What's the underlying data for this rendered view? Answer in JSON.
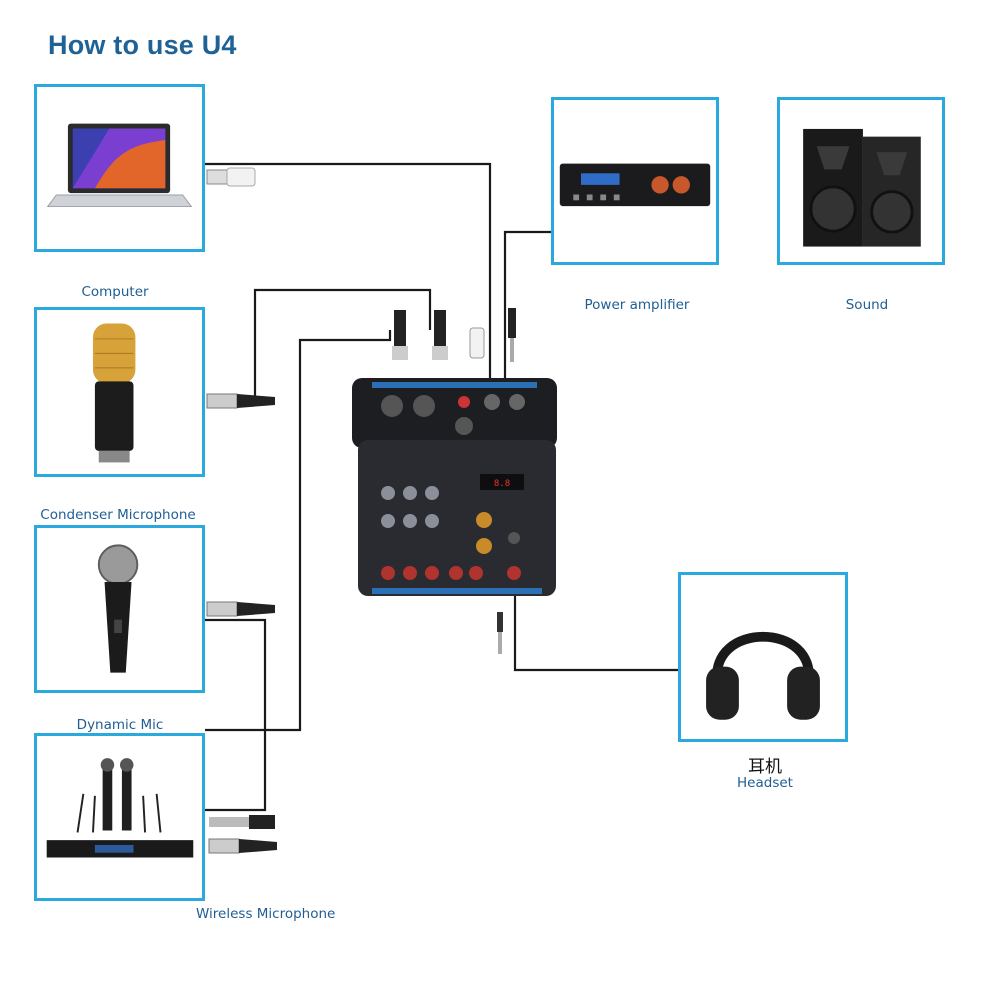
{
  "title": "How to use U4",
  "devices": {
    "computer": {
      "label": "Computer",
      "icon": "laptop-icon"
    },
    "condenser_mic": {
      "label": "Condenser Microphone",
      "icon": "condenser-microphone-icon"
    },
    "dynamic_mic": {
      "label": "Dynamic Mic",
      "icon": "dynamic-microphone-icon"
    },
    "wireless_mic": {
      "label": "Wireless Microphone",
      "icon": "wireless-microphone-receiver-icon"
    },
    "power_amp": {
      "label": "Power amplifier",
      "icon": "power-amplifier-icon"
    },
    "sound": {
      "label": "Sound",
      "icon": "speakers-icon"
    },
    "headset": {
      "label": "Headset",
      "label_cn": "耳机",
      "icon": "headphones-icon"
    }
  },
  "colors": {
    "accent": "#2aa9df",
    "title": "#1f6296",
    "label": "#1f5e93",
    "wire": "#1a1a1a"
  }
}
